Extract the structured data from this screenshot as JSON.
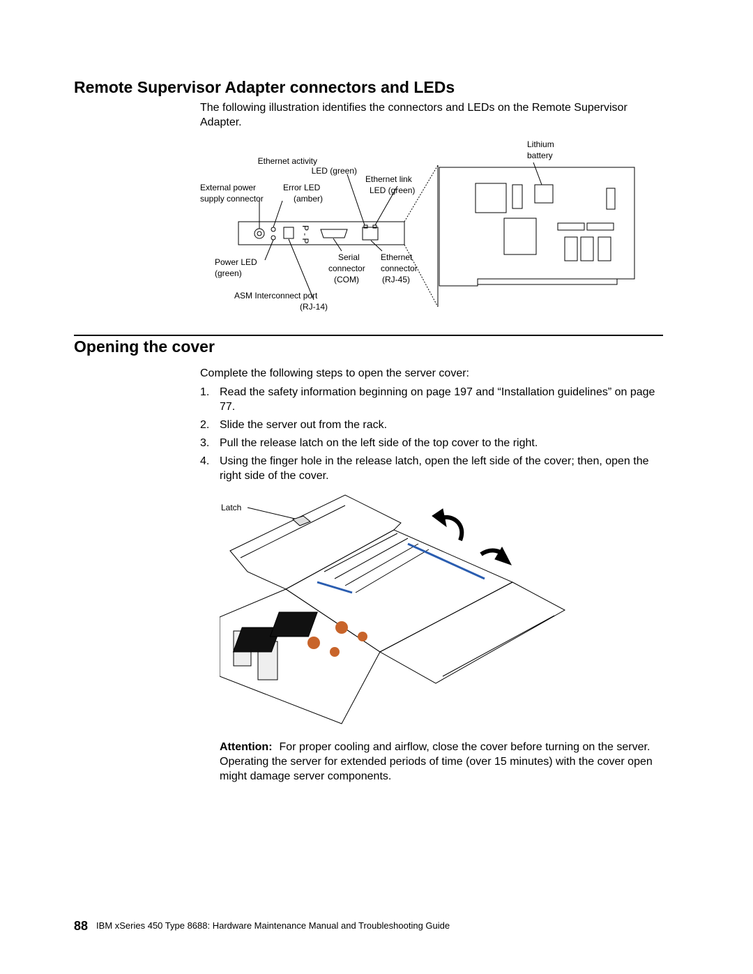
{
  "section1": {
    "heading": "Remote Supervisor Adapter connectors and LEDs",
    "intro": "The following illustration identifies the connectors and LEDs on the Remote Supervisor Adapter."
  },
  "figure1": {
    "labels": {
      "ethernet_activity_1": "Ethernet activity",
      "ethernet_activity_2": "LED (green)",
      "ethernet_link_1": "Ethernet link",
      "ethernet_link_2": "LED (green)",
      "lithium_1": "Lithium",
      "lithium_2": "battery",
      "external_power_1": "External power",
      "external_power_2": "supply connector",
      "error_led_1": "Error LED",
      "error_led_2": "(amber)",
      "power_led_1": "Power LED",
      "power_led_2": "(green)",
      "serial_1": "Serial",
      "serial_2": "connector",
      "serial_3": "(COM)",
      "ethernet_conn_1": "Ethernet",
      "ethernet_conn_2": "connector",
      "ethernet_conn_3": "(RJ-45)",
      "asm_1": "ASM Interconnect port",
      "asm_2": "(RJ-14)",
      "bracket_text": "P - P"
    }
  },
  "section2": {
    "heading": "Opening the cover",
    "lead": "Complete the following steps to open the server cover:",
    "steps": [
      {
        "num": "1.",
        "text": "Read the safety information beginning on page 197 and “Installation guidelines” on page 77."
      },
      {
        "num": "2.",
        "text": "Slide the server out from the rack."
      },
      {
        "num": "3.",
        "text": "Pull the release latch on the left side of the top cover to the right."
      },
      {
        "num": "4.",
        "text": "Using the finger hole in the release latch, open the left side of the cover; then, open the right side of the cover."
      }
    ]
  },
  "figure2": {
    "latch_label": "Latch"
  },
  "attention": {
    "label": "Attention:",
    "text": "For proper cooling and airflow, close the cover before turning on the server. Operating the server for extended periods of time (over 15 minutes) with the cover open might damage server components."
  },
  "footer": {
    "page_number": "88",
    "title": "IBM xSeries 450 Type 8688: Hardware Maintenance Manual and Troubleshooting Guide"
  },
  "colors": {
    "text": "#000000",
    "accent_blue": "#2a5db0",
    "accent_orange": "#c8642a"
  }
}
